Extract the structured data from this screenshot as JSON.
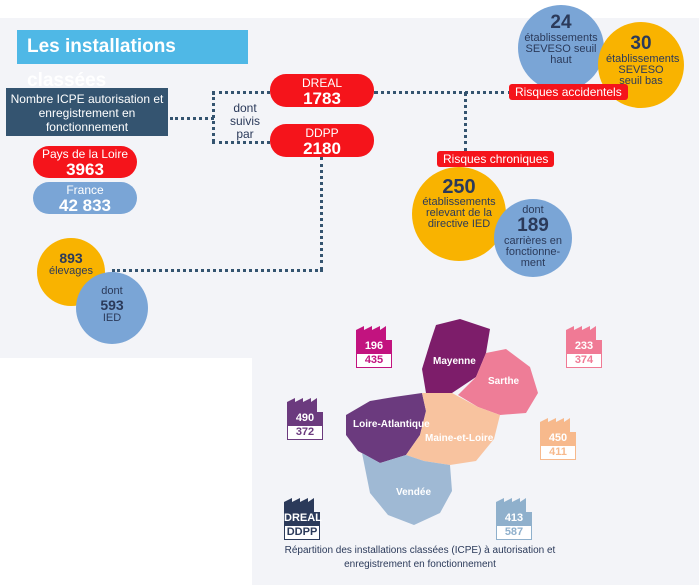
{
  "title": "Les installations classées",
  "nombre_box": "Nombre ICPE autorisation et enregistrement en fonctionnement",
  "pays_de_la_loire": {
    "label": "Pays de la Loire",
    "value": "3963"
  },
  "france": {
    "label": "France",
    "value": "42 833"
  },
  "dreal": {
    "label": "DREAL",
    "value": "1783"
  },
  "ddpp": {
    "label": "DDPP",
    "value": "2180"
  },
  "dont_suivis": "dont suivis par",
  "risques_accidentels": "Risques accidentels",
  "risques_chroniques": "Risques chroniques",
  "seveso_haut": {
    "value": "24",
    "text": "établissements SEVESO seuil haut"
  },
  "seveso_bas": {
    "value": "30",
    "text": "établissements SEVESO seuil bas"
  },
  "ied": {
    "value": "250",
    "text": "établissements relevant de la directive IED"
  },
  "carrieres": {
    "prefix": "dont",
    "value": "189",
    "text": "carrières en fonctionne-ment"
  },
  "elevages": {
    "value": "893",
    "text": "élevages"
  },
  "elevages_ied": {
    "prefix": "dont",
    "value": "593",
    "text": "IED"
  },
  "regions": {
    "mayenne": "Mayenne",
    "sarthe": "Sarthe",
    "loire_atlantique": "Loire-Atlantique",
    "maine_et_loire": "Maine-et-Loire",
    "vendee": "Vendée"
  },
  "factories": {
    "mayenne": {
      "top": "196",
      "bottom": "435",
      "color": "#c2137f"
    },
    "sarthe": {
      "top": "233",
      "bottom": "374",
      "color": "#f07a95"
    },
    "loire_atlantique": {
      "top": "490",
      "bottom": "372",
      "color": "#6b3a7e"
    },
    "maine_et_loire": {
      "top": "450",
      "bottom": "411",
      "color": "#f7b98c"
    },
    "vendee": {
      "top": "413",
      "bottom": "587",
      "color": "#8fb0cc"
    },
    "legend": {
      "top": "DREAL",
      "bottom": "DDPP",
      "color": "#2b3a5a"
    }
  },
  "caption": "Répartition des installations classées (ICPE) à autorisation et enregistrement en fonctionnement"
}
